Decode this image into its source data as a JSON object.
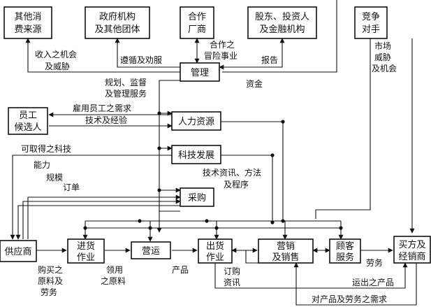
{
  "boxes": {
    "other_consumers": [
      "其他消",
      "费来源"
    ],
    "government": [
      "政府机构",
      "及其他团体"
    ],
    "partners": [
      "合作",
      "厂商"
    ],
    "shareholders": [
      "股东、投资人",
      "及金融机构"
    ],
    "competitors": [
      "竞争",
      "对手"
    ],
    "management": [
      "管理"
    ],
    "employee_candidates": [
      "员工",
      "候选人"
    ],
    "human_resources": [
      "人力资源"
    ],
    "tech_dev": [
      "科技发展"
    ],
    "procurement": [
      "采购"
    ],
    "supplier": [
      "供应商"
    ],
    "inbound": [
      "进货",
      "作业"
    ],
    "operations": [
      "营运"
    ],
    "outbound": [
      "出货",
      "作业"
    ],
    "marketing": [
      "营销",
      "及销售"
    ],
    "service": [
      "顾客",
      "服务"
    ],
    "buyers": [
      "买方及",
      "经销商"
    ]
  },
  "labels": {
    "income_threat": [
      "收入之机会",
      "及威胁"
    ],
    "comply": "遵循及劝服",
    "partner_venture": [
      "合作之",
      "冒险事业"
    ],
    "report": "报告",
    "funds": "资金",
    "market": [
      "市场",
      "威胁",
      "及机会"
    ],
    "plan": [
      "规划、监督",
      "及管理服务"
    ],
    "hire_need": "雇用员工之需求",
    "skills": "技术及经验",
    "available_tech": "可取得之科技",
    "capability": "能力",
    "scale": "规模",
    "order": "订单",
    "tech_info": [
      "技术资讯、方法",
      "及程序"
    ],
    "purchased": [
      "购买之",
      "原料及",
      "劳务"
    ],
    "received": [
      "领用",
      "之原料"
    ],
    "product": "产品",
    "order_info": [
      "订购",
      "资讯"
    ],
    "shipped": "运出之产品",
    "labor": "劳务",
    "demand": "对产品及劳务之需求"
  }
}
